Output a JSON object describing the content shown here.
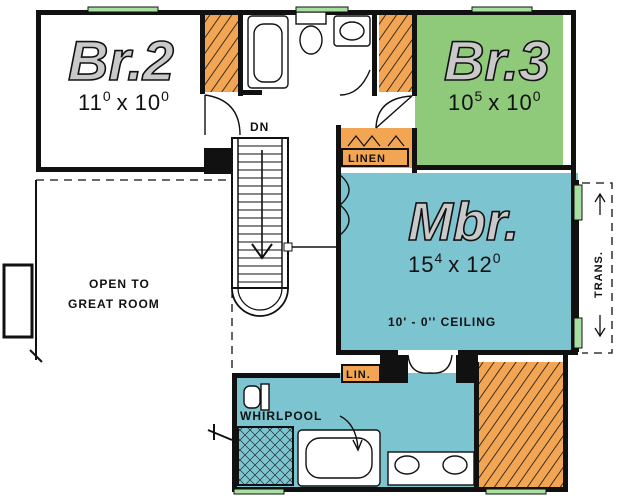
{
  "colors": {
    "wall": "#111111",
    "bedroom3_fill": "#8fc97a",
    "master_fill": "#7cc4d0",
    "bath_fill": "#7cc4d0",
    "closet_fill": "#f2a654",
    "window": "#a7e0a0"
  },
  "rooms": {
    "bedroom2": {
      "name": "Br.2",
      "dim_ft": "11",
      "dim_in": "0",
      "dim_sep": "x",
      "dim_ft2": "10",
      "dim_in2": "0"
    },
    "bedroom3": {
      "name": "Br.3",
      "dim_ft": "10",
      "dim_in": "5",
      "dim_sep": "x",
      "dim_ft2": "10",
      "dim_in2": "0"
    },
    "master": {
      "name": "Mbr.",
      "dim_ft": "15",
      "dim_in": "4",
      "dim_sep": "x",
      "dim_ft2": "12",
      "dim_in2": "0",
      "ceiling": "10' - 0'' CEILING"
    }
  },
  "labels": {
    "down": "DN",
    "linen": "LINEN",
    "lin": "LIN.",
    "open_line1": "OPEN TO",
    "open_line2": "GREAT ROOM",
    "whirlpool": "WHIRLPOOL",
    "trans": "TRANS."
  }
}
